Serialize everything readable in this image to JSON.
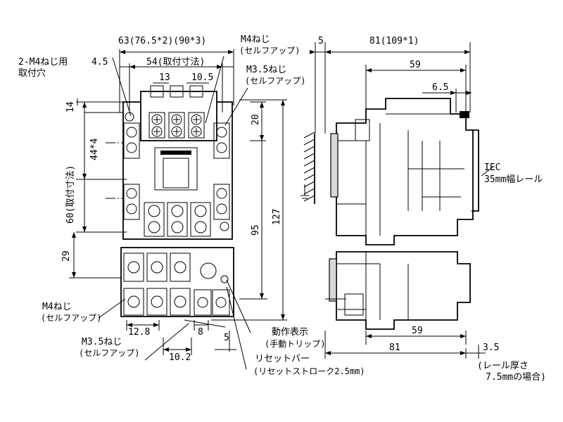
{
  "diagram": {
    "front_view": {
      "dims": {
        "top_width": "63(76.5*2)(90*3)",
        "mount_hole": "4.5",
        "mount_pitch": "54(取付寸法)",
        "term_pitch_top": "13",
        "term_pitch_right": "10.5",
        "top_margin": "14",
        "aux_pitch": "44*4",
        "mount_height": "60(取付寸法)",
        "overload_height": "29",
        "dim_20": "20",
        "dim_95": "95",
        "dim_127": "127",
        "bottom_pitch": "12.8",
        "bottom_small": "8",
        "bottom_offset": "10.2",
        "bottom_5": "5"
      },
      "labels": {
        "mount_holes_l1": "2-M4ねじ用",
        "mount_holes_l2": "取付穴",
        "m4_top_l1": "M4ねじ",
        "m4_top_l2": "(セルフアップ)",
        "m35_top_l1": "M3.5ねじ",
        "m35_top_l2": "(セルフアップ)",
        "m4_left_l1": "M4ねじ",
        "m4_left_l2": "(セルフアップ)",
        "m35_bottom_l1": "M3.5ねじ",
        "m35_bottom_l2": "(セルフアップ)",
        "indicator_l1": "動作表示",
        "indicator_l2": "(手動トリップ)",
        "reset_l1": "リセットバー",
        "reset_l2": "(リセットストローク2.5mm)"
      }
    },
    "side_view": {
      "dims": {
        "gap": "5",
        "depth": "81(109*1)",
        "depth_upper": "59",
        "rail_offset": "6.5",
        "depth_lower_59": "59",
        "depth_lower_81": "81",
        "rail_thickness": "3.5"
      },
      "labels": {
        "rail_l1": "IEC",
        "rail_l2": "35mm幅レール",
        "rail_note_l1": "(レール厚さ",
        "rail_note_l2": "7.5mmの場合)"
      }
    }
  }
}
